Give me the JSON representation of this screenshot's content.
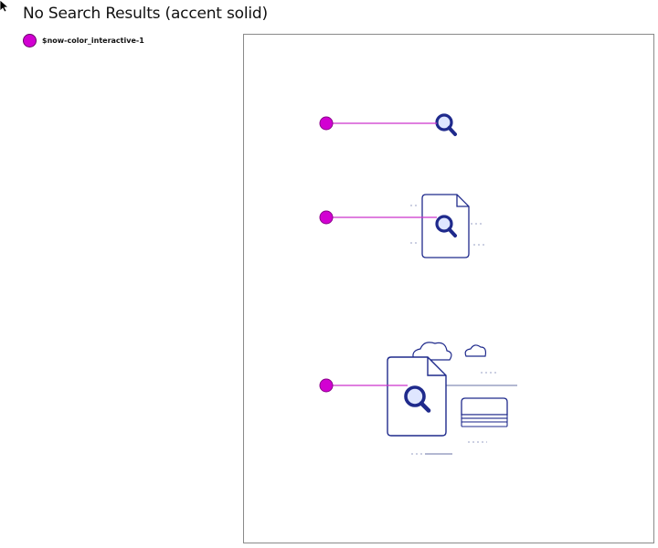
{
  "page": {
    "title": "No Search Results (accent solid)"
  },
  "legend": {
    "label": "$now-color_interactive-1",
    "color": "#d200d2"
  },
  "colors": {
    "accent": "#d200d2",
    "accent_stroke": "#8a008a",
    "line_accent": "#cc33cc",
    "icon_stroke": "#1f2a8c",
    "icon_glass": "#dfe6ff",
    "muted": "#9aa0c4",
    "frame_border": "#8a8a8a"
  },
  "illustrations": [
    {
      "name": "magnifier-only",
      "icon": "magnifier-icon"
    },
    {
      "name": "document-search",
      "icon": "document-search-icon"
    },
    {
      "name": "cloud-document-search",
      "icon": "cloud-document-search-icon"
    }
  ]
}
